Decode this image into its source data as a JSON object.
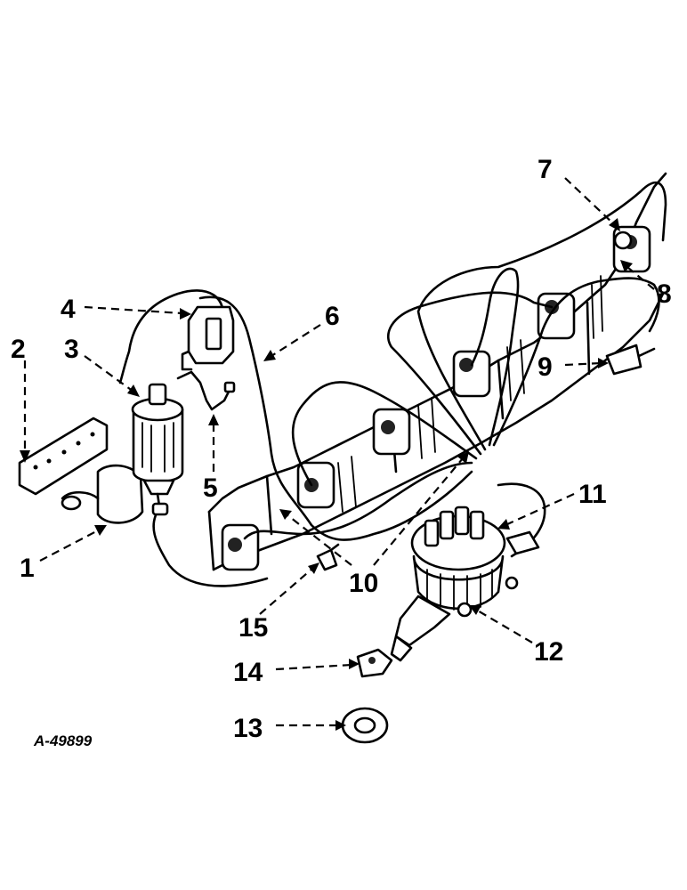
{
  "figure_ref": "A-49899",
  "callouts": [
    {
      "id": "1",
      "text": "1"
    },
    {
      "id": "2",
      "text": "2"
    },
    {
      "id": "3",
      "text": "3"
    },
    {
      "id": "4",
      "text": "4"
    },
    {
      "id": "5",
      "text": "5"
    },
    {
      "id": "6",
      "text": "6"
    },
    {
      "id": "7",
      "text": "7"
    },
    {
      "id": "8",
      "text": "8"
    },
    {
      "id": "9",
      "text": "9"
    },
    {
      "id": "10",
      "text": "10"
    },
    {
      "id": "11",
      "text": "11"
    },
    {
      "id": "12",
      "text": "12"
    },
    {
      "id": "13",
      "text": "13"
    },
    {
      "id": "14",
      "text": "14"
    },
    {
      "id": "15",
      "text": "15"
    }
  ]
}
